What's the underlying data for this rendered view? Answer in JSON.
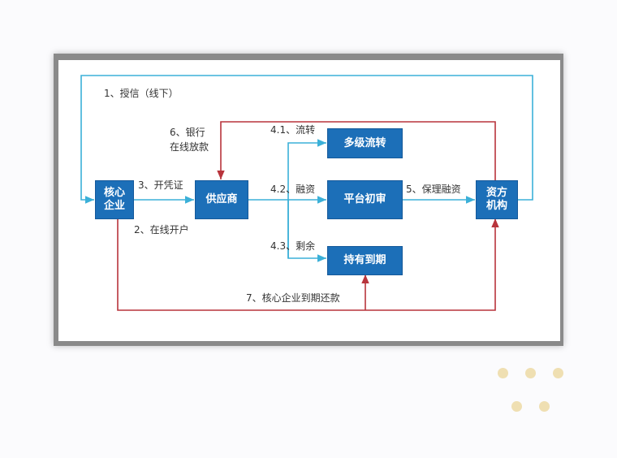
{
  "nodes": {
    "core": "核心\n企业",
    "supplier": "供应商",
    "multi": "多级流转",
    "review": "平台初审",
    "hold": "持有到期",
    "funder": "资方\n机构"
  },
  "labels": {
    "l1": "1、授信（线下）",
    "l2": "2、在线开户",
    "l3": "3、开凭证",
    "l41": "4.1、流转",
    "l42": "4.2、融资",
    "l43": "4.3、剩余",
    "l5": "5、保理融资",
    "l6a": "6、银行",
    "l6b": "在线放款",
    "l7": "7、核心企业到期还款"
  },
  "colors": {
    "box": "#1c6fb8",
    "blue_line": "#3bb0d8",
    "red_line": "#b8343c"
  }
}
